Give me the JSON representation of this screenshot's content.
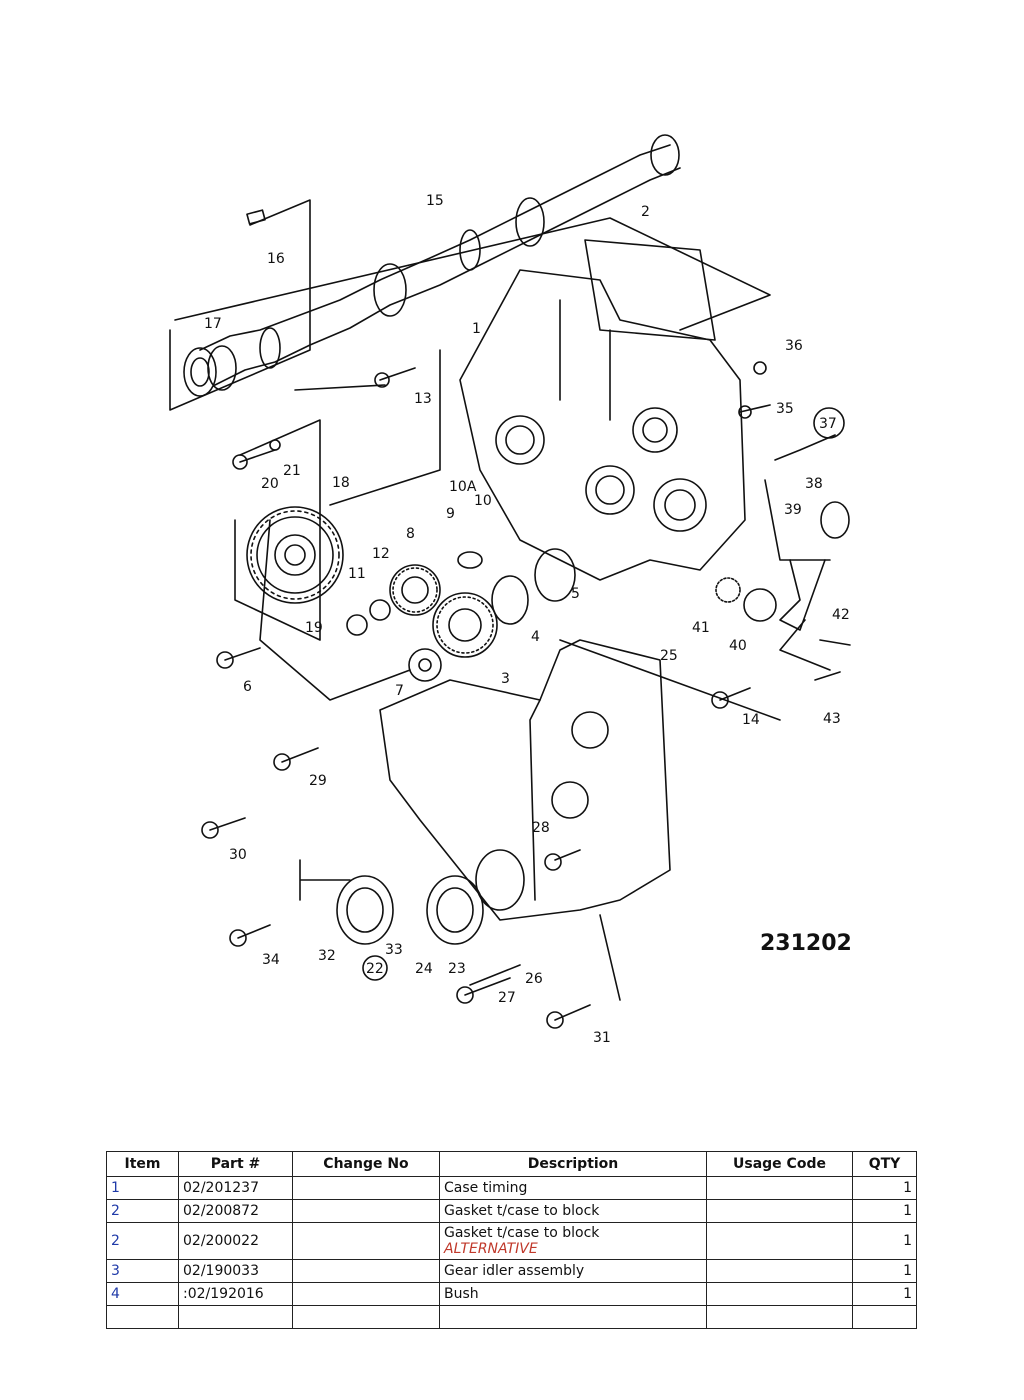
{
  "diagram": {
    "figure_number": "231202",
    "callouts": [
      "1",
      "2",
      "3",
      "4",
      "5",
      "6",
      "7",
      "8",
      "9",
      "10",
      "10A",
      "11",
      "12",
      "13",
      "14",
      "15",
      "16",
      "17",
      "18",
      "19",
      "20",
      "21",
      "22",
      "23",
      "24",
      "25",
      "26",
      "27",
      "28",
      "29",
      "30",
      "31",
      "32",
      "33",
      "34",
      "35",
      "36",
      "37",
      "38",
      "39",
      "40",
      "41",
      "42",
      "43"
    ]
  },
  "table": {
    "headers": [
      "Item",
      "Part #",
      "Change No",
      "Description",
      "Usage Code",
      "QTY"
    ],
    "rows": [
      {
        "item": "1",
        "part": "02/201237",
        "change": "",
        "description": "Case timing",
        "note": "",
        "usage": "",
        "qty": "1"
      },
      {
        "item": "2",
        "part": "02/200872",
        "change": "",
        "description": "Gasket t/case to block",
        "note": "",
        "usage": "",
        "qty": "1"
      },
      {
        "item": "2",
        "part": "02/200022",
        "change": "",
        "description": "Gasket t/case to block",
        "note": "ALTERNATIVE",
        "usage": "",
        "qty": "1"
      },
      {
        "item": "3",
        "part": "02/190033",
        "change": "",
        "description": "Gear idler assembly",
        "note": "",
        "usage": "",
        "qty": "1"
      },
      {
        "item": "4",
        "part": ":02/192016",
        "change": "",
        "description": "Bush",
        "note": "",
        "usage": "",
        "qty": "1"
      }
    ]
  }
}
